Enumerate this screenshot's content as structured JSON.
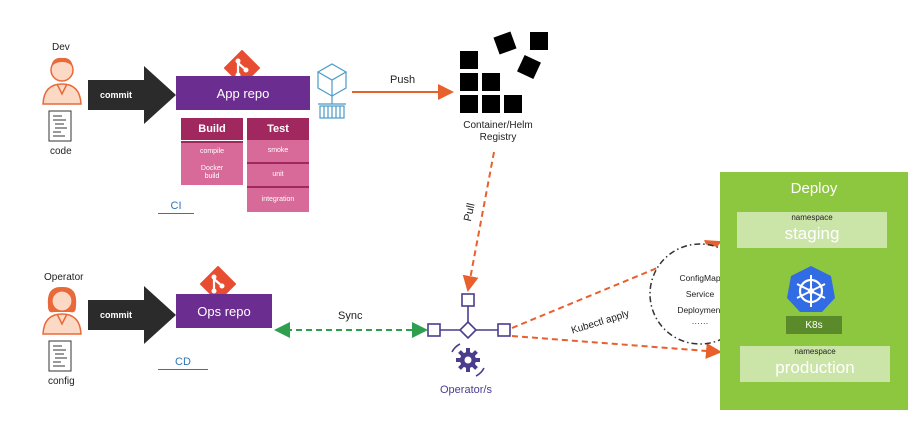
{
  "dev": {
    "role": "Dev",
    "doc_label": "code",
    "commit_label": "commit"
  },
  "operator": {
    "role": "Operator",
    "doc_label": "config",
    "commit_label": "commit"
  },
  "app_repo": {
    "label": "App repo"
  },
  "ops_repo": {
    "label": "Ops repo"
  },
  "ci": {
    "label": "CI",
    "build": {
      "title": "Build",
      "steps": [
        "compile",
        "Docker build"
      ]
    },
    "test": {
      "title": "Test",
      "steps": [
        "smoke",
        "unit",
        "integration"
      ]
    }
  },
  "cd": {
    "label": "CD"
  },
  "registry": {
    "label_line1": "Container/Helm",
    "label_line2": "Registry"
  },
  "arrows": {
    "push": "Push",
    "pull": "Pull",
    "sync": "Sync",
    "kubectl": "Kubectl apply"
  },
  "operators": {
    "label": "Operator/s"
  },
  "resources": {
    "items": [
      "ConfigMap",
      "Service",
      "Deployment",
      "……"
    ]
  },
  "deploy": {
    "title": "Deploy",
    "staging": {
      "namespace_label": "namespace",
      "name": "staging"
    },
    "k8s_label": "K8s",
    "production": {
      "namespace_label": "namespace",
      "name": "production"
    }
  },
  "colors": {
    "purple": "#7030a0",
    "git_orange": "#e84d31",
    "green": "#8dc63f",
    "arrow_orange": "#e8602c",
    "sync_green": "#2e9e4f",
    "k8s_blue": "#326ce5"
  }
}
